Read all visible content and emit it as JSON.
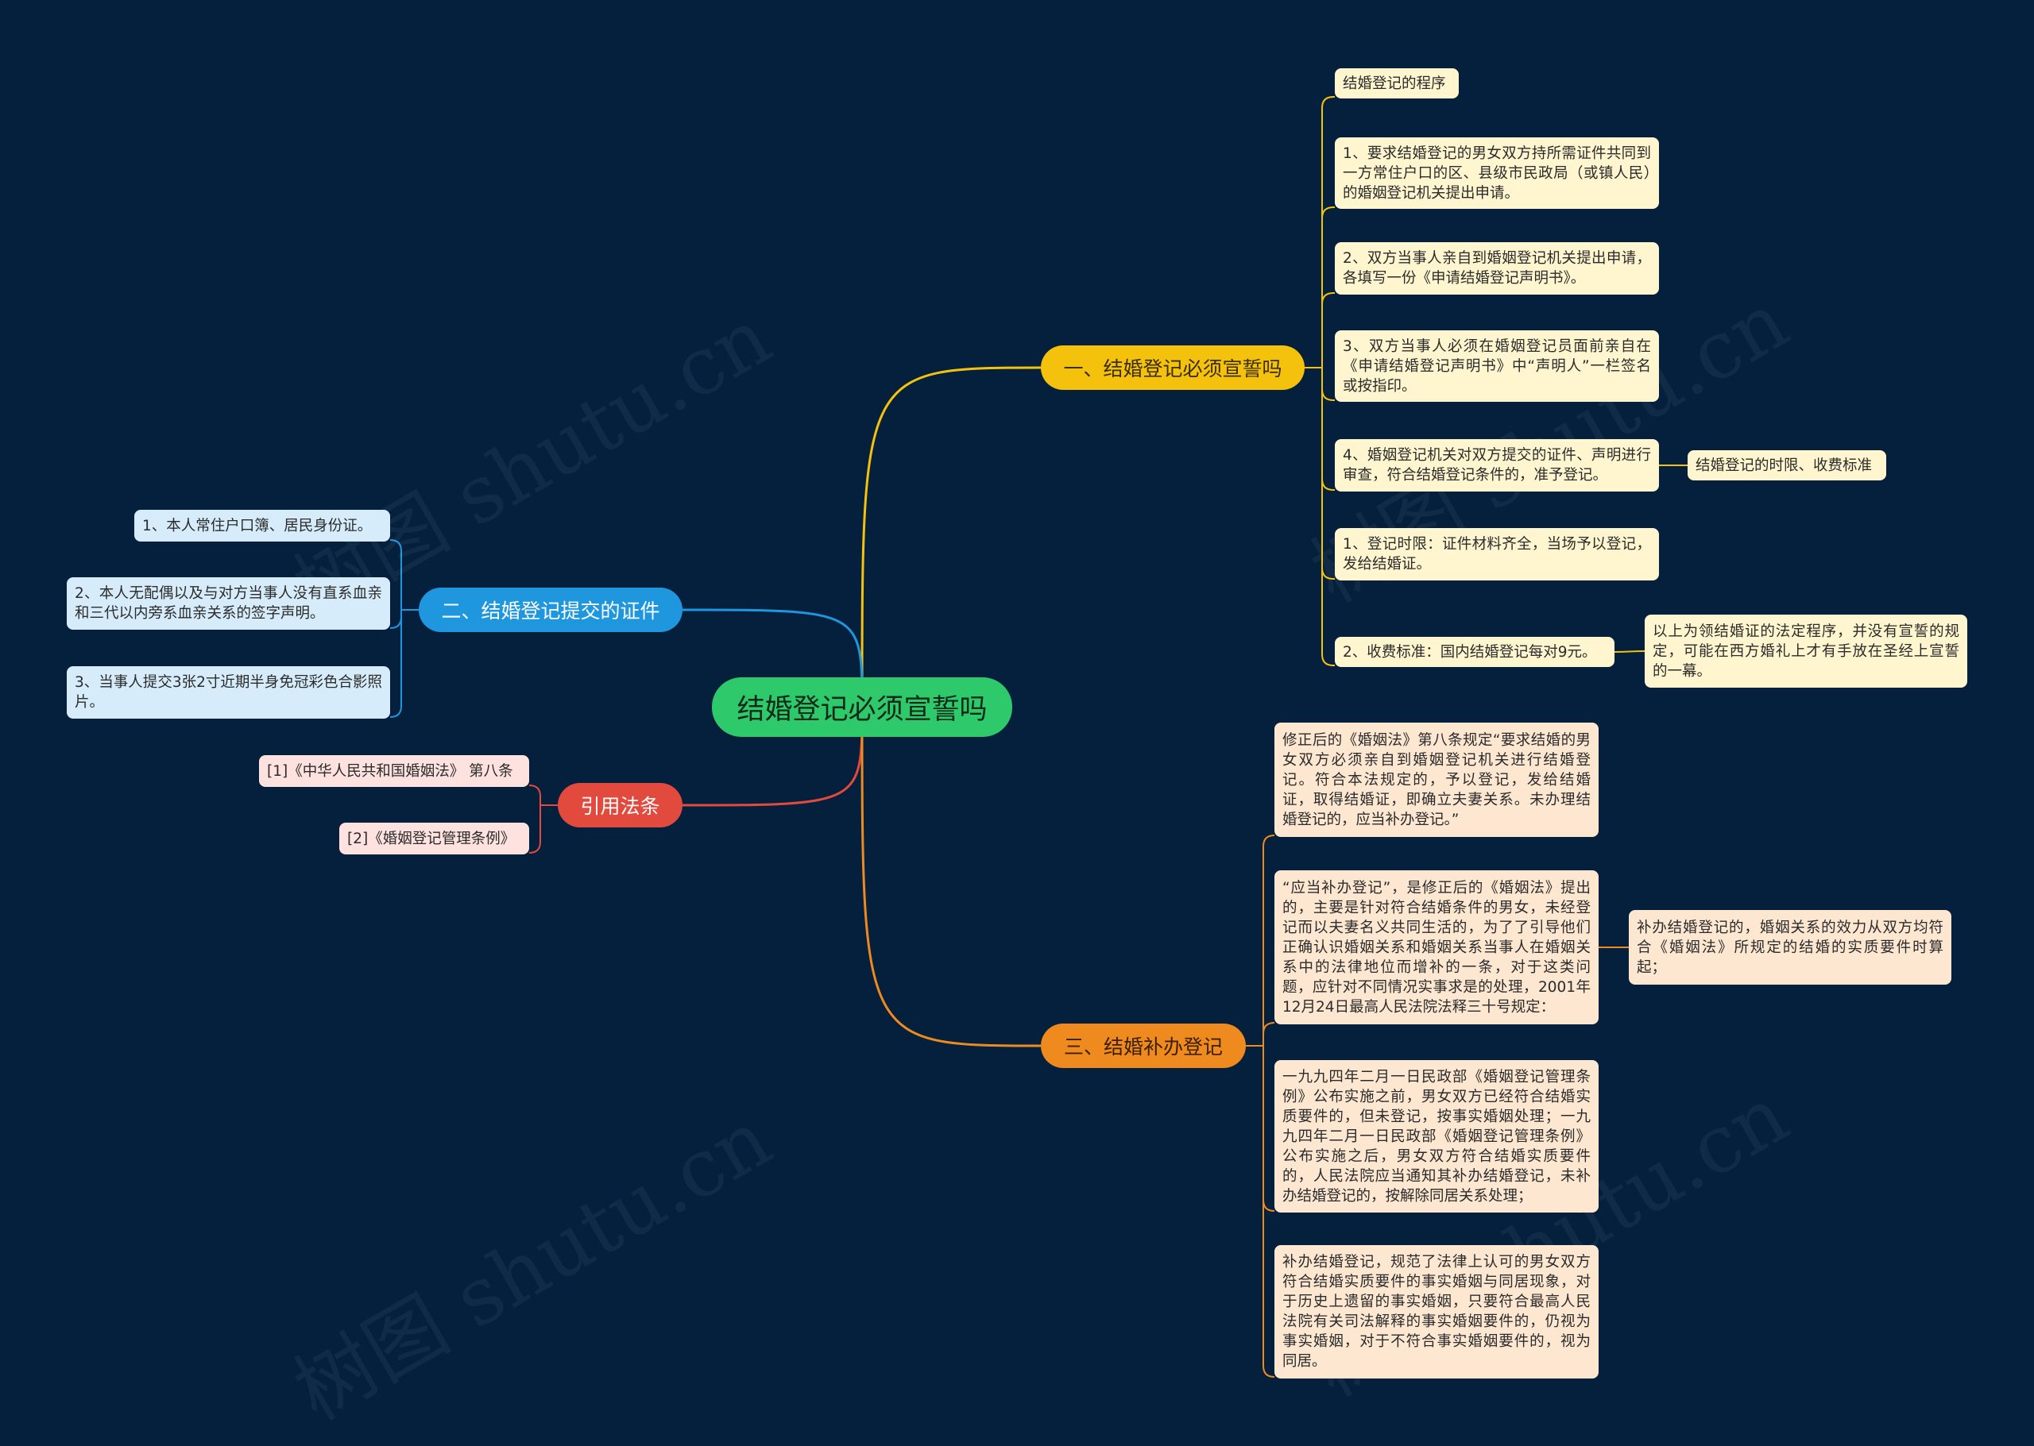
{
  "root": {
    "label": "结婚登记必须宣誓吗"
  },
  "colors": {
    "background": "#05203d",
    "root": "#2dc96b",
    "branch1": "#f4c20d",
    "branch2": "#1f97de",
    "branch3": "#e24a3e",
    "branch4": "#ef8a1e"
  },
  "branches": {
    "b1": {
      "label": "一、结婚登记必须宣誓吗",
      "items": [
        "结婚登记的程序",
        "1、要求结婚登记的男女双方持所需证件共同到一方常住户口的区、县级市民政局（或镇人民）的婚姻登记机关提出申请。",
        "2、双方当事人亲自到婚姻登记机关提出申请，各填写一份《申请结婚登记声明书》。",
        "3、双方当事人必须在婚姻登记员面前亲自在《申请结婚登记声明书》中“声明人”一栏签名或按指印。",
        "4、婚姻登记机关对双方提交的证件、声明进行审查，符合结婚登记条件的，准予登记。",
        "1、登记时限：证件材料齐全，当场予以登记，发给结婚证。",
        "2、收费标准：国内结婚登记每对9元。"
      ],
      "sub4": "结婚登记的时限、收费标准",
      "sub6": "以上为领结婚证的法定程序，并没有宣誓的规定，可能在西方婚礼上才有手放在圣经上宣誓的一幕。"
    },
    "b2": {
      "label": "二、结婚登记提交的证件",
      "items": [
        "1、本人常住户口簿、居民身份证。",
        "2、本人无配偶以及与对方当事人没有直系血亲和三代以内旁系血亲关系的签字声明。",
        "3、当事人提交3张2寸近期半身免冠彩色合影照片。"
      ]
    },
    "b3": {
      "label": "引用法条",
      "items": [
        "[1]《中华人民共和国婚姻法》 第八条",
        "[2]《婚姻登记管理条例》"
      ]
    },
    "b4": {
      "label": "三、结婚补办登记",
      "items": [
        "修正后的《婚姻法》第八条规定“要求结婚的男女双方必须亲自到婚姻登记机关进行结婚登记。符合本法规定的，予以登记，发给结婚证，取得结婚证，即确立夫妻关系。未办理结婚登记的，应当补办登记。”",
        "“应当补办登记”，是修正后的《婚姻法》提出的，主要是针对符合结婚条件的男女，未经登记而以夫妻名义共同生活的，为了了引导他们正确认识婚姻关系和婚姻关系当事人在婚姻关系中的法律地位而增补的一条，对于这类问题，应针对不同情况实事求是的处理，2001年12月24日最高人民法院法释三十号规定：",
        "一九九四年二月一日民政部《婚姻登记管理条例》公布实施之前，男女双方已经符合结婚实质要件的，但未登记，按事实婚姻处理；一九九四年二月一日民政部《婚姻登记管理条例》公布实施之后，男女双方符合结婚实质要件的，人民法院应当通知其补办结婚登记，未补办结婚登记的，按解除同居关系处理；",
        "补办结婚登记，规范了法律上认可的男女双方符合结婚实质要件的事实婚姻与同居现象，对于历史上遗留的事实婚姻，只要符合最高人民法院有关司法解释的事实婚姻要件的，仍视为事实婚姻，对于不符合事实婚姻要件的，视为同居。"
      ],
      "sub1": "补办结婚登记的，婚姻关系的效力从双方均符合《婚姻法》所规定的结婚的实质要件时算起；"
    }
  },
  "watermark": "树图 shutu.cn"
}
